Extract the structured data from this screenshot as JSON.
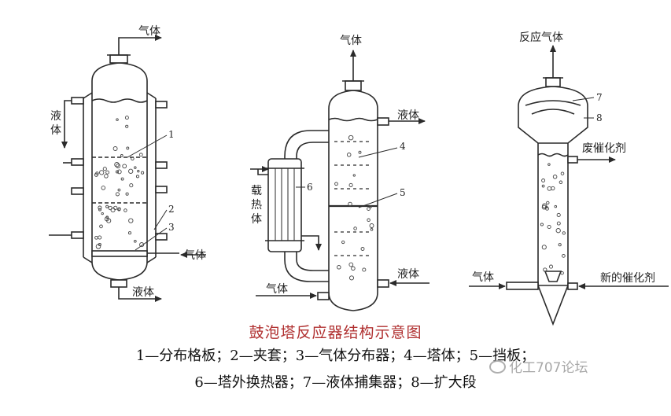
{
  "labels": {
    "gas": "气体",
    "liquid": "液体",
    "liquid_vertical": [
      "液",
      "体"
    ],
    "carrier_vertical": [
      "载",
      "热",
      "体"
    ],
    "reaction_gas": "反应气体",
    "spent_catalyst": "废催化剂",
    "new_catalyst": "新的催化剂"
  },
  "numbers": [
    "1",
    "2",
    "3",
    "4",
    "5",
    "6",
    "7",
    "8"
  ],
  "caption": {
    "title": "鼓泡塔反应器结构示意图",
    "legend_line1": "1—分布格板；2—夹套；3—气体分布器；4—塔体；5—挡板；",
    "legend_line2": "6—塔外换热器；7—液体捕集器；8—扩大段"
  },
  "watermark": "化工707论坛",
  "colors": {
    "line": "#2a2a2a",
    "caption": "#b03030",
    "watermark": "#9a9a9a"
  }
}
